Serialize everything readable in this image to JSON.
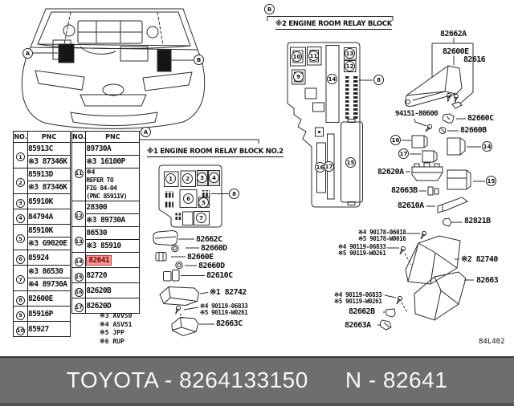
{
  "page": {
    "page_code": "84L402"
  },
  "banner": {
    "catalog": "TOYOTA - 8264133150",
    "part": "N - 82641"
  },
  "sections": {
    "s1_title": "※1 ENGINE ROOM RELAY BLOCK NO.2",
    "s2_title": "※2 ENGINE ROOM RELAY BLOCK"
  },
  "nums": {
    "a": "A",
    "b": "B",
    "n1": "1",
    "n2": "2",
    "n3": "3",
    "n4": "4",
    "n5": "5",
    "n6": "6",
    "n7": "7",
    "n8": "8",
    "n9": "9",
    "n10": "10",
    "n11": "11",
    "n12": "12",
    "n13": "13",
    "n14": "14",
    "n15": "15",
    "n16": "16",
    "n17": "17"
  },
  "table": {
    "headers": [
      "NO.",
      "PNC",
      "NO.",
      "PNC"
    ],
    "left_rows": [
      {
        "no": "1",
        "pnc": [
          "85913C",
          "※3 87346K"
        ]
      },
      {
        "no": "2",
        "pnc": [
          "85913D",
          "※3 87346K"
        ]
      },
      {
        "no": "3",
        "pnc": [
          "85910K"
        ]
      },
      {
        "no": "4",
        "pnc": [
          "84794A"
        ]
      },
      {
        "no": "5",
        "pnc": [
          "85910K",
          "※3 G9020E"
        ]
      },
      {
        "no": "6",
        "pnc": [
          "85924"
        ]
      },
      {
        "no": "7",
        "pnc": [
          "※3 86530",
          "※4 89730A"
        ]
      },
      {
        "no": "8",
        "pnc": [
          "82600E"
        ]
      },
      {
        "no": "9",
        "pnc": [
          "85916P"
        ]
      },
      {
        "no": "10",
        "pnc": [
          "85927"
        ]
      }
    ],
    "right_rows": [
      {
        "no": "11",
        "pnc": [
          "89730A",
          "※3 16100P",
          "※4\nREFER TO\nFIG 84-04\n(PNC 85911V)"
        ]
      },
      {
        "no": "12",
        "pnc": [
          "28300",
          "※3 89730A"
        ]
      },
      {
        "no": "13",
        "pnc": [
          "86530",
          "※3 85910"
        ]
      },
      {
        "no": "14",
        "pnc": [
          "82641"
        ],
        "highlight": true
      },
      {
        "no": "15",
        "pnc": [
          "82720"
        ]
      },
      {
        "no": "16",
        "pnc": [
          "82620B"
        ]
      },
      {
        "no": "17",
        "pnc": [
          "82620D"
        ]
      }
    ],
    "notes": [
      "※3 AVV50",
      "※4 ASV51",
      "※5 JPP",
      "※6 RUP"
    ],
    "highlight_bg": "#f59a93",
    "highlight_fg": "#7c0000"
  },
  "labels": {
    "m1": "82662C",
    "m2": "82660D",
    "m3": "82660E",
    "m4": "82660D",
    "m5": "82610C",
    "m6": "※1 82742",
    "m7": "※4 90119-06833",
    "m8": "※5 90119-W0261",
    "m9": "82663C",
    "r1": "82662A",
    "r2": "82600E",
    "r3": "82616",
    "r4": "94151-80600",
    "r5": "82660C",
    "r6": "82660B",
    "r7": "82620A",
    "r8": "82663B",
    "r9": "82610A",
    "r10": "82821B",
    "r11": "※4 90178-06018",
    "r12": "※5 90178-W0016",
    "r13": "※4 90119-06833",
    "r14": "※5 90119-W0261",
    "r15": "※2 82740",
    "r16": "82663",
    "r17": "※4 90119-06833",
    "r18": "※5 90119-W0261",
    "r19": "82662B",
    "r20": "82663A"
  }
}
